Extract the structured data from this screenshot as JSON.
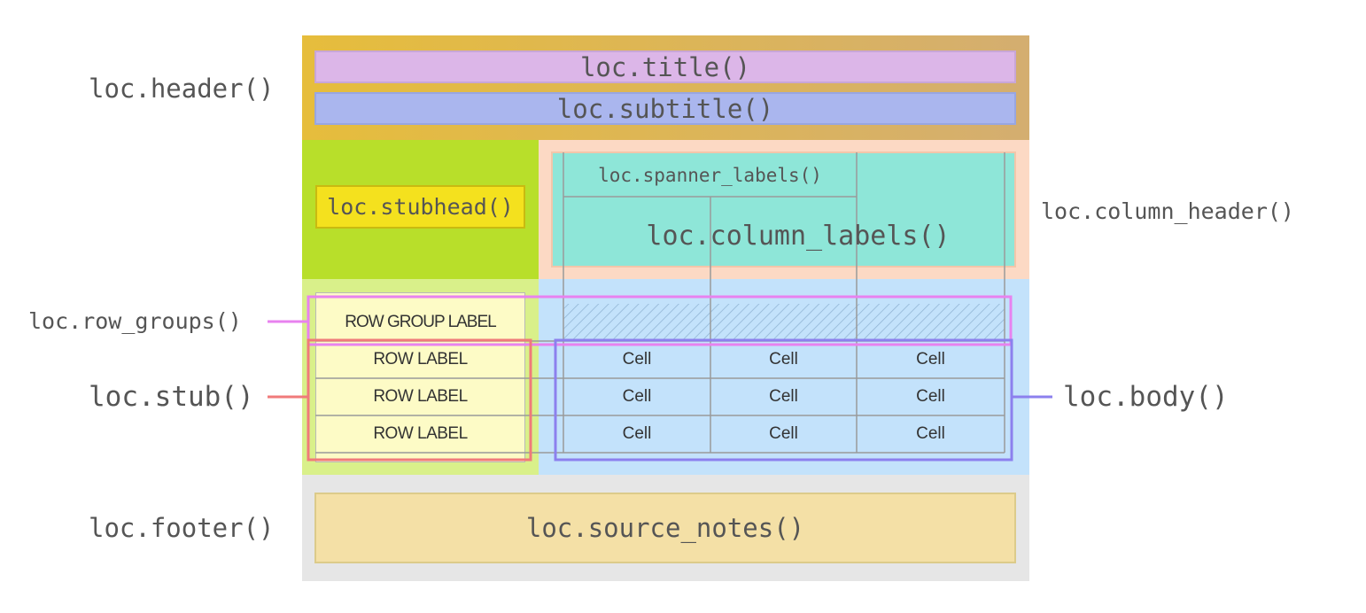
{
  "labels": {
    "header": "loc.header()",
    "title": "loc.title()",
    "subtitle": "loc.subtitle()",
    "stubhead": "loc.stubhead()",
    "spanner_labels": "loc.spanner_labels()",
    "column_labels": "loc.column_labels()",
    "column_header": "loc.column_header()",
    "row_groups": "loc.row_groups()",
    "stub": "loc.stub()",
    "body": "loc.body()",
    "footer": "loc.footer()",
    "source_notes": "loc.source_notes()"
  },
  "table": {
    "row_group_label": "ROW GROUP LABEL",
    "row_labels": [
      "ROW LABEL",
      "ROW LABEL",
      "ROW LABEL"
    ],
    "cells": [
      [
        "Cell",
        "Cell",
        "Cell"
      ],
      [
        "Cell",
        "Cell",
        "Cell"
      ],
      [
        "Cell",
        "Cell",
        "Cell"
      ]
    ]
  },
  "colors": {
    "header": "#dfb548",
    "title": "#dcb6e8",
    "subtitle": "#aab6ee",
    "stubhead_region": "#b8df2a",
    "stubhead_box": "#f4e11e",
    "column_header_region": "#fcd9c4",
    "column_labels": "#8ee6d8",
    "stub_region": "#d9f08a",
    "stub_cells": "#fdfbc6",
    "body_region": "#c3e2fb",
    "footer_region": "#e6e6e6",
    "source_notes": "#f4e0a6",
    "row_groups_outline": "#e882ef",
    "stub_outline": "#f07a7a",
    "body_outline": "#8c80ee"
  }
}
